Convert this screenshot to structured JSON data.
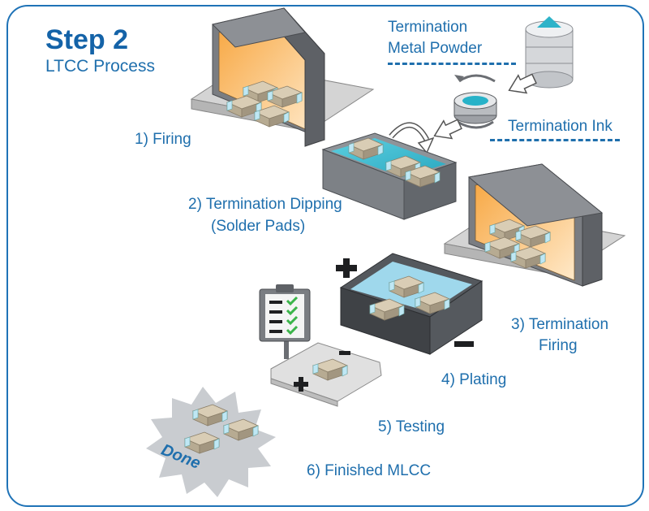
{
  "header": {
    "title": "Step 2",
    "subtitle": "LTCC Process"
  },
  "materials": {
    "powder_line1": "Termination",
    "powder_line2": "Metal Powder",
    "ink": "Termination Ink"
  },
  "steps": {
    "firing": "1) Firing",
    "dipping_line1": "2)  Termination Dipping",
    "dipping_line2": "(Solder Pads)",
    "term_firing_line1": "3) Termination",
    "term_firing_line2": "Firing",
    "plating": "4) Plating",
    "testing": "5) Testing",
    "finished": "6) Finished MLCC"
  },
  "done_badge": "Done",
  "colors": {
    "accent": "#1f6fad",
    "oven": "#6b6e73",
    "glow": "#f39a2a",
    "liquid": "#43c3d6"
  }
}
